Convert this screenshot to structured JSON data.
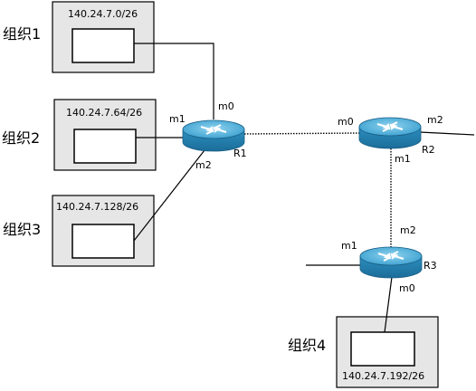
{
  "organizations": [
    {
      "label": "组织1",
      "network": "140.24.7.0/26"
    },
    {
      "label": "组织2",
      "network": "140.24.7.64/26"
    },
    {
      "label": "组织3",
      "network": "140.24.7.128/26"
    },
    {
      "label": "组织4",
      "network": "140.24.7.192/26"
    }
  ],
  "routers": [
    {
      "name": "R1",
      "ports": [
        "m0",
        "m1",
        "m2"
      ]
    },
    {
      "name": "R2",
      "ports": [
        "m0",
        "m1",
        "m2"
      ]
    },
    {
      "name": "R3",
      "ports": [
        "m0",
        "m1",
        "m2"
      ]
    }
  ],
  "colors": {
    "org_box_fill": "#e6e6e6",
    "router_body": "#2f8fbd",
    "router_top": "#55b3dd",
    "line": "#000000"
  }
}
